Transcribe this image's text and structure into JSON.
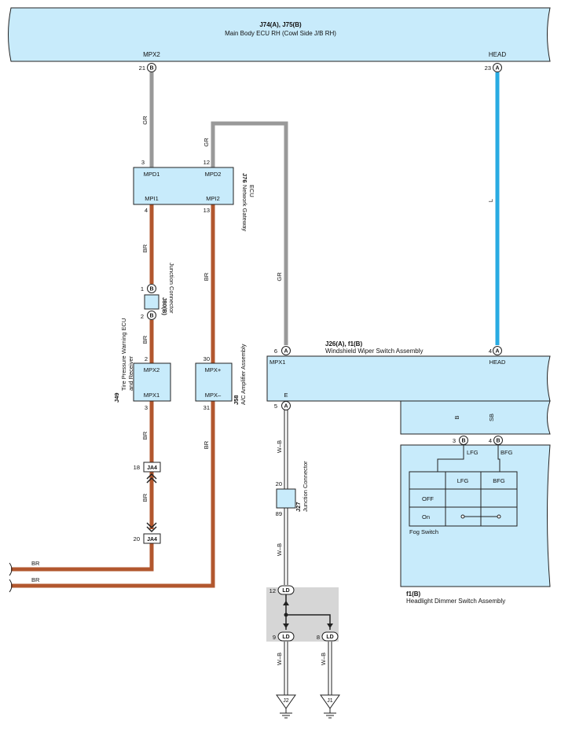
{
  "colors": {
    "ecu_fill": "#c8ebfb",
    "wire_gr": "#999999",
    "wire_br": "#b2572e",
    "wire_l": "#29abe2",
    "wire_sb": "#8fd3f4",
    "wire_b": "#111111",
    "ground_shade": "#d6d6d6"
  },
  "main_ecu": {
    "code": "J74(A), J75(B)",
    "name": "Main Body ECU RH (Cowl Side J/B RH)",
    "mpx2_pin": "21",
    "mpx2_conn": "B",
    "mpx2_label": "MPX2",
    "head_pin": "23",
    "head_conn": "A",
    "head_label": "HEAD"
  },
  "gateway": {
    "code": "J76",
    "name_line1": "Network Gateway",
    "name_line2": "ECU",
    "mpd1": "MPD1",
    "mpd2": "MPD2",
    "mpi1": "MPI1",
    "mpi2": "MPI2",
    "pin_mpd1": "3",
    "pin_mpd2": "12",
    "pin_mpi1": "4",
    "pin_mpi2": "13"
  },
  "j80": {
    "code": "J80(B)",
    "name": "Junction Connector",
    "pin_top": "1",
    "pin_bottom": "2",
    "conn": "B"
  },
  "tpw": {
    "code": "J49",
    "name_line1": "Tire Pressure Warning ECU",
    "name_line2": "and Receiver",
    "mpx2": "MPX2",
    "mpx1": "MPX1",
    "pin_top": "2",
    "pin_bottom": "3"
  },
  "ac": {
    "code": "J58",
    "name": "A/C Amplifier Assembly",
    "mpxp": "MPX+",
    "mpxm": "MPX–",
    "pin_top": "30",
    "pin_bottom": "31"
  },
  "ja4": {
    "label": "JA4",
    "pin_top": "18",
    "pin_bottom": "20"
  },
  "wiper": {
    "code": "J26(A), f1(B)",
    "name": "Windshield Wiper Switch Assembly",
    "mpx1": "MPX1",
    "head": "HEAD",
    "e": "E",
    "pin_mpx1": "6",
    "pin_head": "4",
    "pin_e": "5",
    "conn_a": "A"
  },
  "fog": {
    "pin_lfg": "3",
    "pin_bfg": "4",
    "conn_b": "B",
    "lfg": "LFG",
    "bfg": "BFG",
    "off": "OFF",
    "on": "On",
    "switch_name": "Fog Switch"
  },
  "dimmer": {
    "code": "f1(B)",
    "name": "Headlight Dimmer Switch Assembly"
  },
  "j27": {
    "code": "J27",
    "name": "Junction Connector",
    "pin_top": "20",
    "pin_bottom": "89"
  },
  "ld": {
    "label": "LD",
    "pin_top": "12",
    "pin_left": "9",
    "pin_right": "8"
  },
  "grounds": {
    "j2": "J2",
    "j1": "J1"
  },
  "wire_labels": {
    "gr": "GR",
    "br": "BR",
    "l": "L",
    "wb": "W–B",
    "b": "B",
    "sb": "SB"
  }
}
